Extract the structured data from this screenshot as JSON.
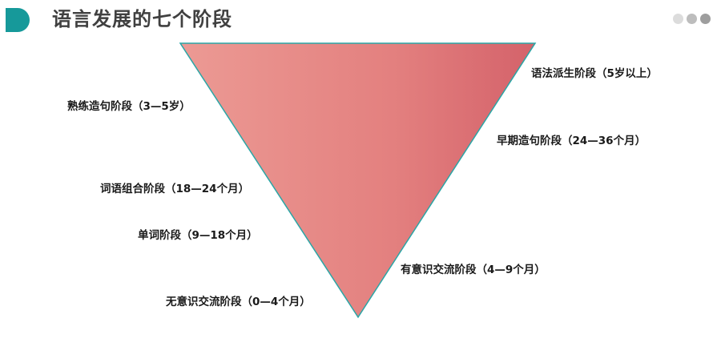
{
  "header": {
    "title": "语言发展的七个阶段",
    "accent_color": "#16999a",
    "dots": [
      "#dcdcdc",
      "#bdbdbd",
      "#9e9e9e"
    ]
  },
  "diagram": {
    "shape": "inverted-triangle",
    "fill_gradient": [
      "#ec9a94",
      "#d4626a"
    ],
    "stroke_color": "#2aa6a6",
    "stages": [
      {
        "label": "语法派生阶段（5岁以上）"
      },
      {
        "label": "熟练造句阶段（3—5岁）"
      },
      {
        "label": "早期造句阶段（24—36个月）"
      },
      {
        "label": "词语组合阶段（18—24个月）"
      },
      {
        "label": "单词阶段（9—18个月）"
      },
      {
        "label": "有意识交流阶段（4—9个月）"
      },
      {
        "label": "无意识交流阶段（0—4个月）"
      }
    ]
  }
}
